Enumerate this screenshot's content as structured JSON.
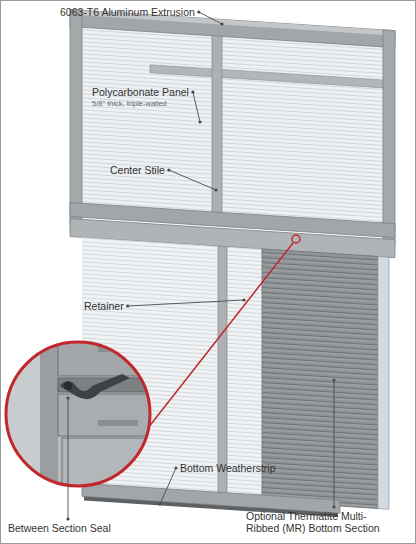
{
  "diagram": {
    "labels": [
      "6063-T6 Aluminum Extrusion",
      "Polycarbonate Panel",
      "5/8\" thick, triple-walled",
      "Center Stile",
      "Retainer",
      "Between Section Seal",
      "Bottom Weatherstrip",
      "Optional Thermatite Multi-Ribbed (MR) Bottom Section"
    ]
  }
}
